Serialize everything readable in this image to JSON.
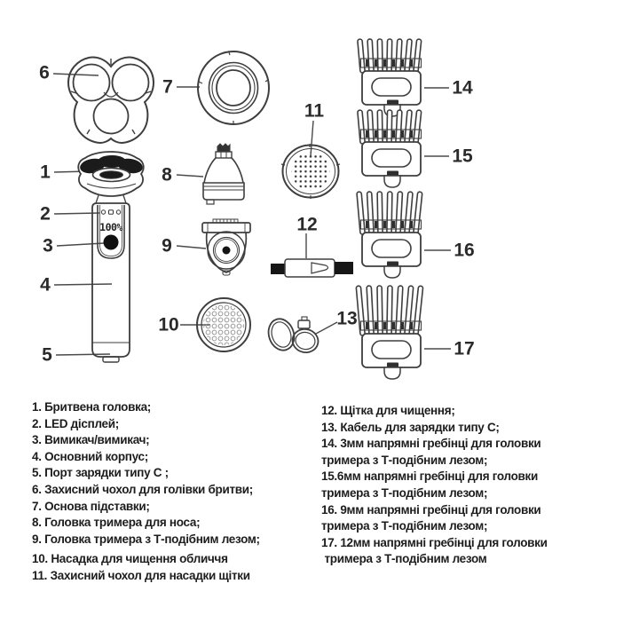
{
  "diagram": {
    "shaver_display": "100%",
    "labels": [
      "1",
      "2",
      "3",
      "4",
      "5",
      "6",
      "7",
      "8",
      "9",
      "10",
      "11",
      "12",
      "13",
      "14",
      "15",
      "16",
      "17"
    ]
  },
  "parts_list": {
    "left": [
      "1. Бритвена головка;",
      "2. LED дісплей;",
      "3. Вимикач/вимикач;",
      "4. Основний корпус;",
      "5. Порт зарядки типу C ;",
      "6. Захисний чохол для голівки бритви;",
      "7. Основа підставки;",
      "8. Головка тримера для носа;",
      "9. Головка тримера з Т-подібним лезом;",
      "10. Насадка для чищення обличчя",
      "11. Захисний чохол для насадки щітки"
    ],
    "right": [
      "12. Щітка для чищення;",
      "13. Кабель для зарядки типу C;",
      "14. 3мм напрямні гребінці для головки",
      "тримера з Т-подібним лезом;",
      "15.6мм напрямні гребінці для головки",
      "тримера з Т-подібним лезом;",
      "16. 9мм напрямні гребінці для головки",
      "тримера з Т-подібним лезом;",
      "17. 12мм напрямні гребінці для головки",
      " тримера з Т-подібним лезом"
    ]
  }
}
